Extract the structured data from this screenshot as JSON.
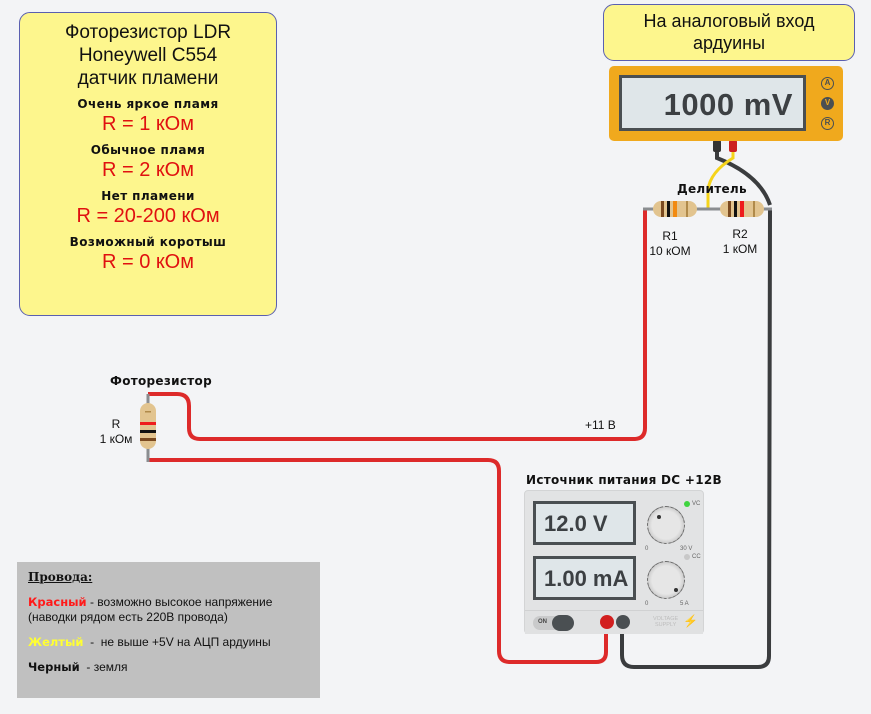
{
  "info_box": {
    "title_lines": [
      "Фоторезистор LDR",
      "Honeywell C554",
      "датчик пламени"
    ],
    "cases": [
      {
        "label": "Очень яркое пламя",
        "value": "R = 1 кОм"
      },
      {
        "label": "Обычное пламя",
        "value": "R = 2 кОм"
      },
      {
        "label": "Нет пламени",
        "value": "R = 20-200 кОм"
      },
      {
        "label": "Возможный коротыш",
        "value": "R = 0 кОм"
      }
    ]
  },
  "arduino_label": {
    "line1": "На аналоговый вход",
    "line2": "ардуины"
  },
  "multimeter": {
    "reading": "1000 mV",
    "modes": [
      "A",
      "V",
      "R"
    ],
    "active_mode": "V"
  },
  "divider": {
    "title": "Делитель",
    "r1": {
      "name": "R1",
      "value": "10 кОМ"
    },
    "r2": {
      "name": "R2",
      "value": "1 кОМ"
    }
  },
  "photoresistor": {
    "title": "Фоторезистор",
    "name": "R",
    "value": "1 кОм"
  },
  "wire_label": "+11 В",
  "power_supply": {
    "title": "Источник питания DC +12В",
    "voltage_display": "12.0 V",
    "current_display": "1.00 mA",
    "voltage_knob_min": "0",
    "voltage_knob_max": "30 V",
    "current_knob_min": "0",
    "current_knob_max": "5 A",
    "cv_label": "VC",
    "cc_label": "CC",
    "switch_label": "ON",
    "brand_line1": "VOLTAGE",
    "brand_line2": "SUPPLY",
    "cv_led_color": "#3fd43f",
    "cc_led_color": "#c8c8c8"
  },
  "legend": {
    "title": "Провода:",
    "items": [
      {
        "key": "Красный",
        "color": "#ff1a1a",
        "text": " - возможно высокое напряжение (наводки рядом есть 220В провода)"
      },
      {
        "key": "Желтый",
        "color": "#ffff33",
        "text": "  -  не выше +5V на АЦП ардуины"
      },
      {
        "key": "Черный",
        "color": "#111111",
        "text": "  - земля"
      }
    ]
  },
  "colors": {
    "wire_red": "#dd2a2a",
    "wire_black": "#3a3c3e",
    "wire_yellow": "#f5d31a",
    "meter_body": "#f0a91d",
    "note_bg": "#fdf68d"
  }
}
